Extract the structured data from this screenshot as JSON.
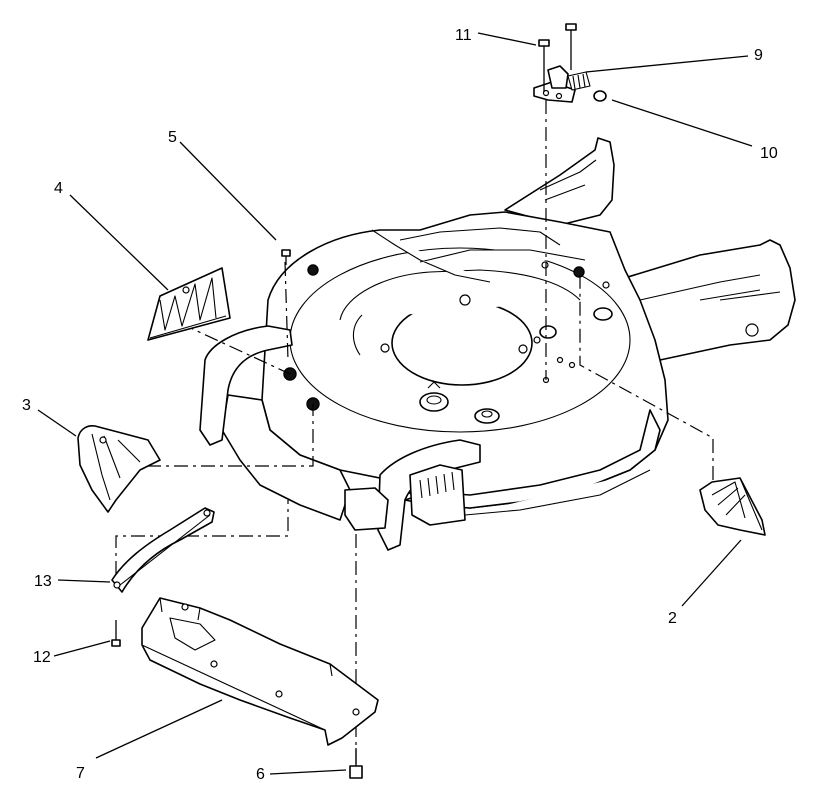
{
  "callouts": [
    {
      "id": "c1",
      "label": "11"
    },
    {
      "id": "c2",
      "label": "9"
    },
    {
      "id": "c3",
      "label": "10"
    },
    {
      "id": "c4",
      "label": "5"
    },
    {
      "id": "c5",
      "label": "4"
    },
    {
      "id": "c6",
      "label": "3"
    },
    {
      "id": "c7",
      "label": "13"
    },
    {
      "id": "c8",
      "label": "12"
    },
    {
      "id": "c9",
      "label": "2"
    },
    {
      "id": "c10",
      "label": "7"
    },
    {
      "id": "c11",
      "label": "6"
    }
  ]
}
